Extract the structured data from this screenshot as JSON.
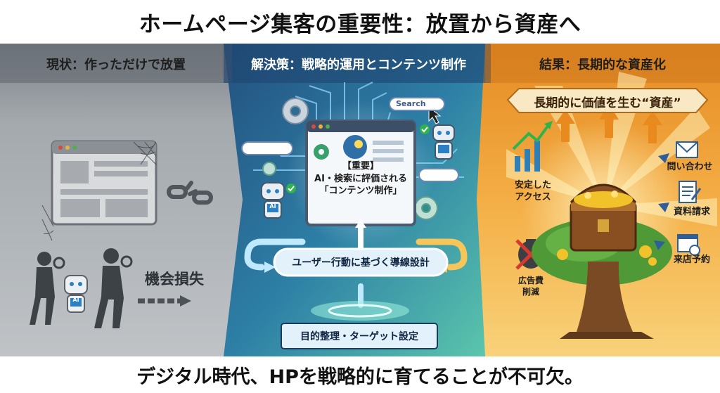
{
  "title": "ホームページ集客の重要性：放置から資産へ",
  "footer": "デジタル時代、HPを戦略的に育てることが不可欠。",
  "left": {
    "header": "現状：作っただけで放置",
    "loss_label": "機会損失",
    "robot_badge": "AI"
  },
  "middle": {
    "header": "解決策：戦略的運用とコンテンツ制作",
    "search_text": "Search",
    "monitor_line1": "【重要】",
    "monitor_line2": "AI・検索に評価される",
    "monitor_line3": "「コンテンツ制作」",
    "flow_label": "ユーザー行動に基づく導線設計",
    "base_label": "目的整理・ターゲット設定",
    "robot_badge": "AI"
  },
  "right": {
    "header": "結果：長期的な資産化",
    "banner": "長期的に価値を生む“資産”",
    "access_label_1": "安定した",
    "access_label_2": "アクセス",
    "inquiry_label": "問い合わせ",
    "document_label": "資料請求",
    "reservation_label": "来店予約",
    "ad_label_1": "広告費",
    "ad_label_2": "削減"
  },
  "colors": {
    "left_bg": "#8e949a",
    "mid_bg_top": "#2f5f8a",
    "mid_bg_bottom": "#49b5a5",
    "right_bg_top": "#e8912a",
    "right_bg_bottom": "#f6c35a",
    "accent_green": "#2fb34a",
    "cross_red": "#d23b2e"
  }
}
